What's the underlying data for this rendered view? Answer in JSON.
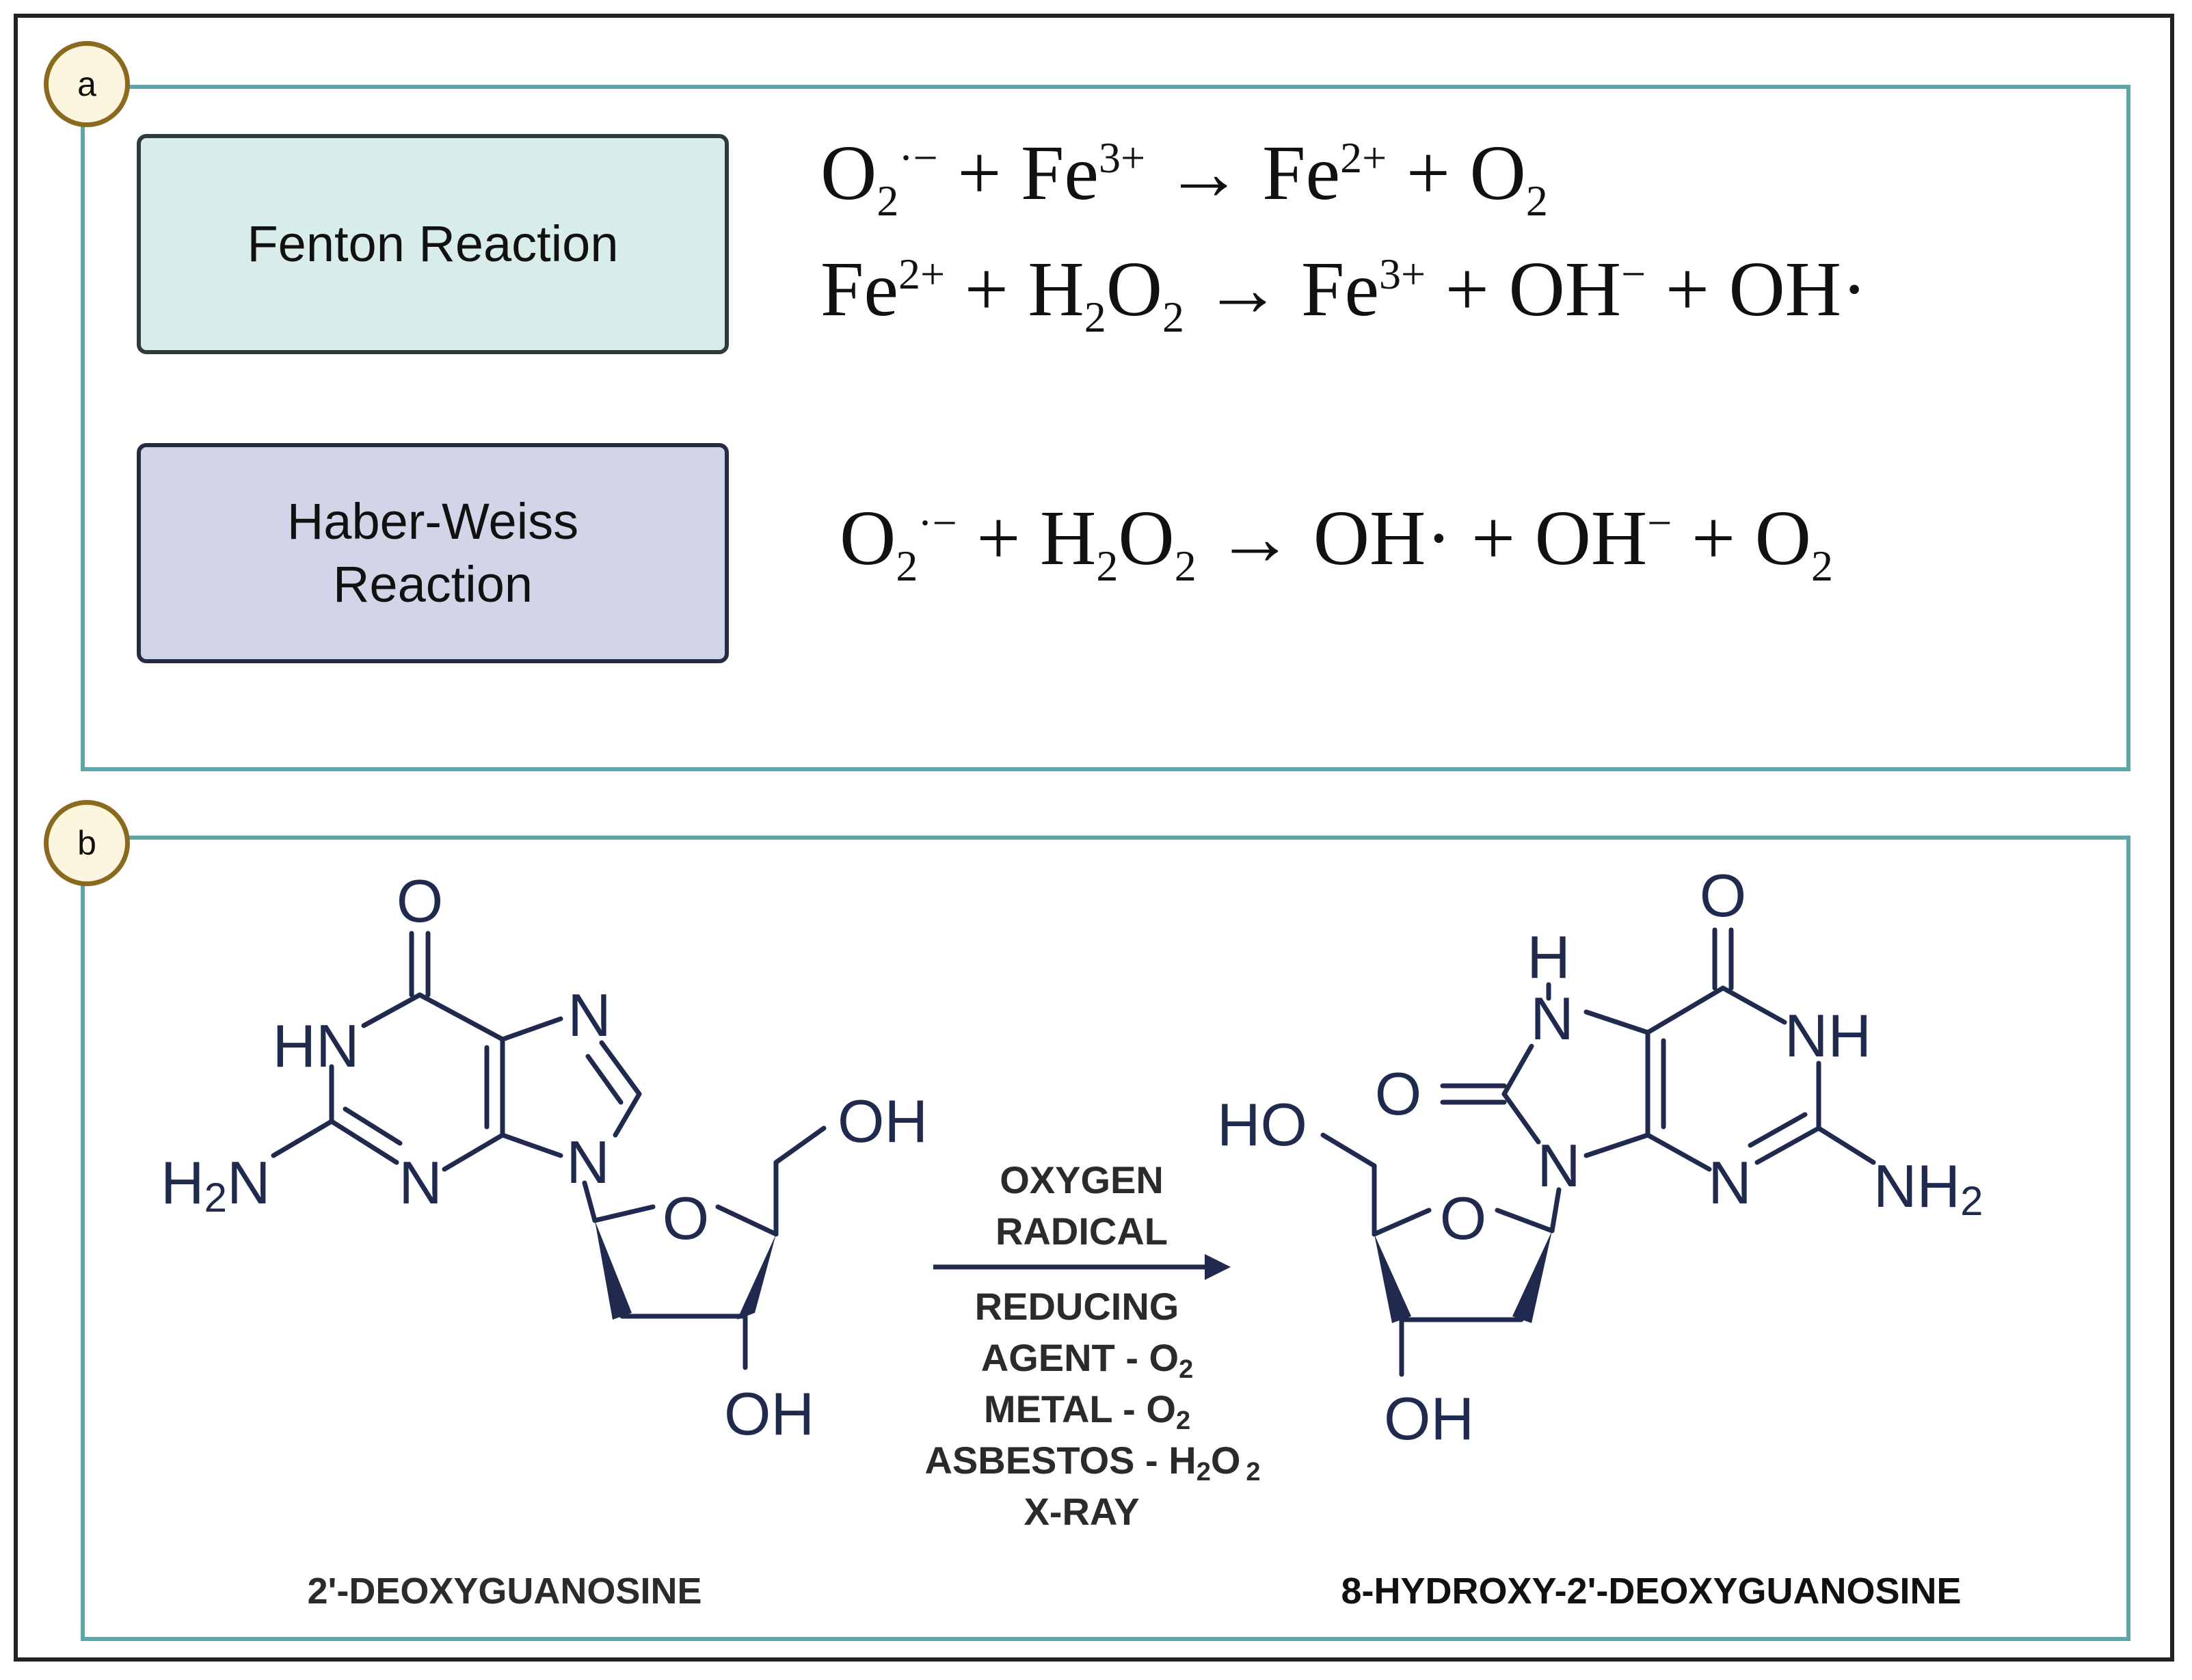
{
  "panel_a": {
    "badge": "a",
    "fenton_label": "Fenton Reaction",
    "haber_weiss_label": "Haber-Weiss Reaction",
    "equations": {
      "eq1": {
        "r1": "O",
        "r1_sub": "2",
        "r1_sup": "·−",
        "plus1": "+",
        "r2": "Fe",
        "r2_sup": "3+",
        "arrow": "→",
        "p1": "Fe",
        "p1_sup": "2+",
        "plus2": "+",
        "p2": "O",
        "p2_sub": "2"
      },
      "eq2": {
        "r1": "Fe",
        "r1_sup": "2+",
        "plus1": "+",
        "r2a": "H",
        "r2_sub1": "2",
        "r2b": "O",
        "r2_sub2": "2",
        "arrow": "→",
        "p1": "Fe",
        "p1_sup": "3+",
        "plus2": "+",
        "p2": "OH",
        "p2_sup": "−",
        "plus3": "+",
        "p3": "OH·"
      },
      "eq3": {
        "r1": "O",
        "r1_sub": "2",
        "r1_sup": "·−",
        "plus1": "+",
        "r2a": "H",
        "r2_sub1": "2",
        "r2b": "O",
        "r2_sub2": "2",
        "arrow": "→",
        "p1": "OH·",
        "plus2": "+",
        "p2": "OH",
        "p2_sup": "−",
        "plus3": "+",
        "p3": "O",
        "p3_sub": "2"
      }
    }
  },
  "panel_b": {
    "badge": "b",
    "left_molecule": {
      "name": "2'-DEOXYGUANOSINE",
      "atoms": {
        "o_carbonyl": "O",
        "hn": "HN",
        "h2n": "H",
        "h2n_sub": "2",
        "h2n_n": "N",
        "n3": "N",
        "n7": "N",
        "n9": "N",
        "o_ring": "O",
        "oh_top": "OH",
        "oh_bottom": "OH"
      }
    },
    "right_molecule": {
      "name": "8-HYDROXY-2'-DEOXYGUANOSINE",
      "atoms": {
        "o_carbonyl": "O",
        "h": "H",
        "n7": "N",
        "nh": "NH",
        "o8": "O",
        "ho": "HO",
        "n9": "N",
        "n3": "N",
        "nh2": "NH",
        "nh2_sub": "2",
        "o_ring": "O",
        "oh_bottom": "OH"
      }
    },
    "arrow_above": [
      "OXYGEN",
      "RADICAL"
    ],
    "arrow_below": {
      "line1": "REDUCING",
      "line2": "AGENT - O",
      "line2_sub": "2",
      "line3": "METAL - O",
      "line3_sub": "2",
      "line4a": "ASBESTOS - H",
      "line4_sub1": "2",
      "line4b": "O",
      "line4_sub2": "2",
      "line5": "X-RAY"
    },
    "colors": {
      "structure": "#1f2a4e",
      "arrow": "#1f2a4e"
    }
  }
}
